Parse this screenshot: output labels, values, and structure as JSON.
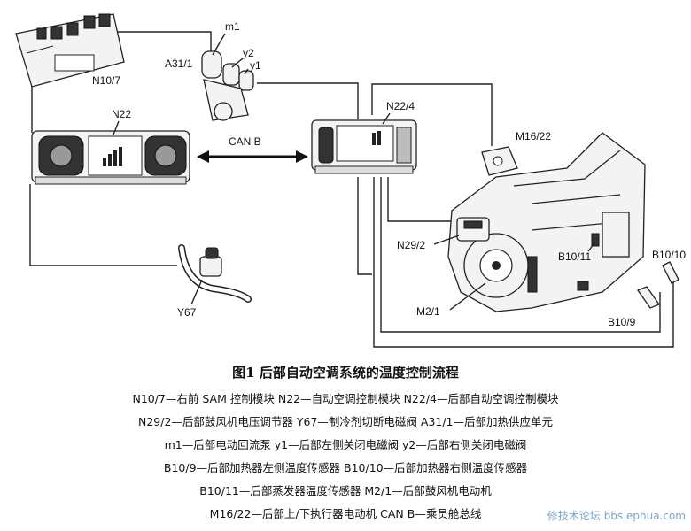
{
  "labels": {
    "n10_7": "N10/7",
    "m1": "m1",
    "a31_1": "A31/1",
    "y2": "y2",
    "y1": "y1",
    "n22": "N22",
    "n22_4": "N22/4",
    "can_b": "CAN B",
    "m16_22": "M16/22",
    "n29_2": "N29/2",
    "b10_11": "B10/11",
    "b10_10": "B10/10",
    "m2_1": "M2/1",
    "b10_9": "B10/9",
    "y67": "Y67"
  },
  "caption": {
    "title": "图1  后部自动空调系统的温度控制流程",
    "legend": [
      "N10/7—右前 SAM 控制模块   N22—自动空调控制模块   N22/4—后部自动空调控制模块",
      "N29/2—后部鼓风机电压调节器   Y67—制冷剂切断电磁阀   A31/1—后部加热供应单元",
      "m1—后部电动回流泵   y1—后部左侧关闭电磁阀   y2—后部右侧关闭电磁阀",
      "B10/9—后部加热器左侧温度传感器   B10/10—后部加热器右侧温度传感器",
      "B10/11—后部蒸发器温度传感器   M2/1—后部鼓风机电动机",
      "M16/22—后部上/下执行器电动机   CAN B—乘员舱总线"
    ]
  },
  "watermark": "修技术论坛 bbs.ephua.com"
}
